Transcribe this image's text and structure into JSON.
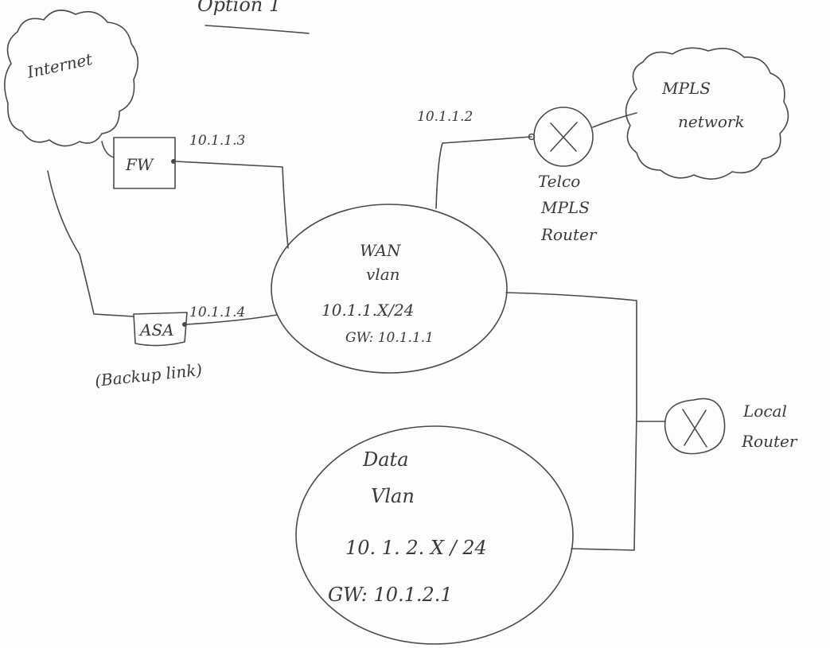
{
  "title": "Option 1",
  "internet": {
    "label": "Internet"
  },
  "fw": {
    "label": "FW",
    "ip": "10.1.1.3"
  },
  "asa": {
    "label": "ASA",
    "ip": "10.1.1.4",
    "note": "(Backup link)"
  },
  "telco_router": {
    "ip": "10.1.1.2",
    "label_lines": [
      "Telco",
      "MPLS",
      "Router"
    ]
  },
  "mpls_network": {
    "label_lines": [
      "MPLS",
      "network"
    ]
  },
  "wan_vlan": {
    "label_lines": [
      "WAN",
      "vlan"
    ],
    "subnet": "10.1.1.X/24",
    "gateway": "GW: 10.1.1.1"
  },
  "local_router": {
    "label_lines": [
      "Local",
      "Router"
    ]
  },
  "data_vlan": {
    "label_lines": [
      "Data",
      "Vlan"
    ],
    "subnet": "10. 1. 2. X / 24",
    "gateway": "GW: 10.1.2.1"
  },
  "colors": {
    "ink": "#4a4a4a",
    "paper": "#fdfdfd"
  }
}
